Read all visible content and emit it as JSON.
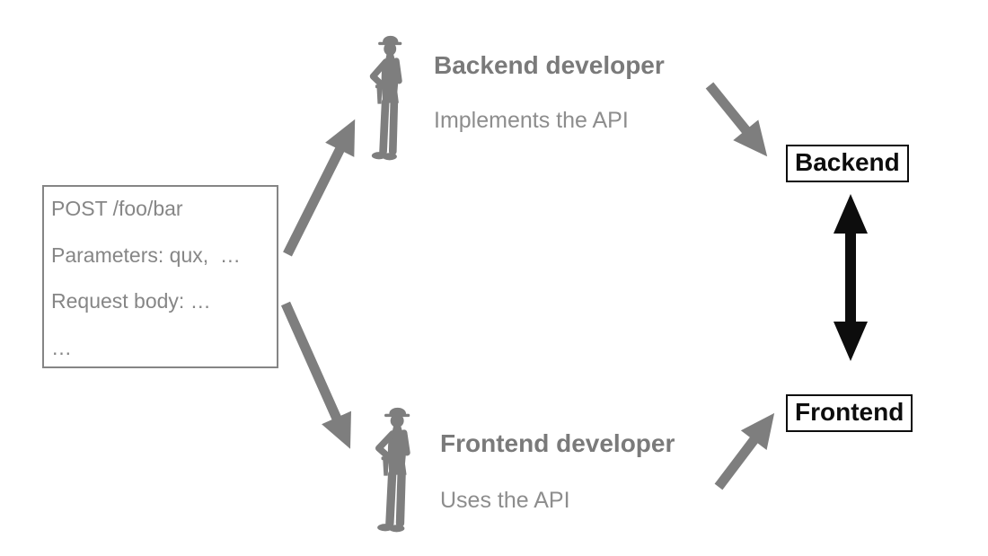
{
  "request_box": {
    "lines": [
      "POST /foo/bar",
      "Parameters: qux,  …",
      "Request body: …",
      "…"
    ]
  },
  "backend_developer": {
    "title": "Backend developer",
    "subtitle": "Implements the API",
    "icon": "construction-worker-female-icon"
  },
  "frontend_developer": {
    "title": "Frontend developer",
    "subtitle": "Uses the API",
    "icon": "construction-worker-male-icon"
  },
  "backend_node": {
    "label": "Backend"
  },
  "frontend_node": {
    "label": "Frontend"
  },
  "connections": [
    {
      "from": "request-spec-box",
      "to": "backend-developer",
      "style": "gray-arrow"
    },
    {
      "from": "request-spec-box",
      "to": "frontend-developer",
      "style": "gray-arrow"
    },
    {
      "from": "backend-developer",
      "to": "backend-node",
      "style": "gray-arrow"
    },
    {
      "from": "frontend-developer",
      "to": "frontend-node",
      "style": "gray-arrow"
    },
    {
      "from": "backend-node",
      "to": "frontend-node",
      "style": "black-double-arrow"
    }
  ],
  "colors": {
    "gray_accent": "#7e7e7e",
    "gray_text": "#868686",
    "black": "#0d0d0d",
    "background": "#ffffff"
  }
}
